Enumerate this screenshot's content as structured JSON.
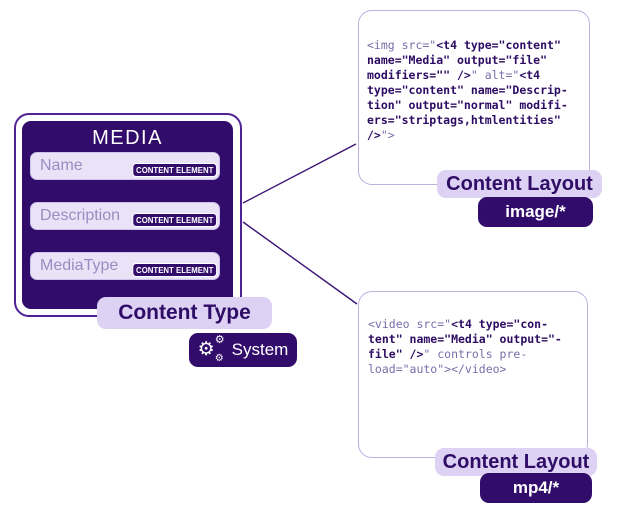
{
  "content_type": {
    "title": "MEDIA",
    "fields": [
      {
        "name": "Name",
        "tag": "CONTENT ELEMENT"
      },
      {
        "name": "Description",
        "tag": "CONTENT ELEMENT"
      },
      {
        "name": "MediaType",
        "tag": "CONTENT ELEMENT"
      }
    ],
    "label": "Content Type",
    "system_badge_label": "System",
    "system_badge_icon": "gears-icon"
  },
  "content_layouts": [
    {
      "label": "Content Layout",
      "mime_badge": "image/*",
      "code_lines": [
        [
          {
            "t": "<img src=\"",
            "b": false
          },
          {
            "t": "<t4 type=\"content\"",
            "b": true
          }
        ],
        [
          {
            "t": "name=\"Media\" output=\"file\"",
            "b": true
          }
        ],
        [
          {
            "t": "modifiers=\"\" />",
            "b": true
          },
          {
            "t": "\" alt=\"",
            "b": false
          },
          {
            "t": "<t4",
            "b": true
          }
        ],
        [
          {
            "t": "type=\"content\" name=\"Descrip-",
            "b": true
          }
        ],
        [
          {
            "t": "tion\" output=\"normal\" modifi-",
            "b": true
          }
        ],
        [
          {
            "t": "ers=\"striptags,htmlentities\"",
            "b": true
          }
        ],
        [
          {
            "t": "/>",
            "b": true
          },
          {
            "t": "\">",
            "b": false
          }
        ]
      ]
    },
    {
      "label": "Content Layout",
      "mime_badge": "mp4/*",
      "code_lines": [
        [
          {
            "t": "<video src=\"",
            "b": false
          },
          {
            "t": "<t4 type=\"con-",
            "b": true
          }
        ],
        [
          {
            "t": "tent\" name=\"Media\" output=\"-",
            "b": true
          }
        ],
        [
          {
            "t": "file\" />",
            "b": true
          },
          {
            "t": "\" controls pre-",
            "b": false
          }
        ],
        [
          {
            "t": "load=\"auto\"></video>",
            "b": false
          }
        ]
      ]
    }
  ],
  "colors": {
    "dark_purple": "#310c6b",
    "lavender": "#ddd2f4",
    "field_bg": "#eae3f8",
    "field_text": "#9a8cc0",
    "card_border": "#4f2395",
    "code_box_border": "#bfaede",
    "code_regular": "#7b6cab",
    "code_bold": "#2c0b62",
    "connector_line": "#3b1474"
  }
}
